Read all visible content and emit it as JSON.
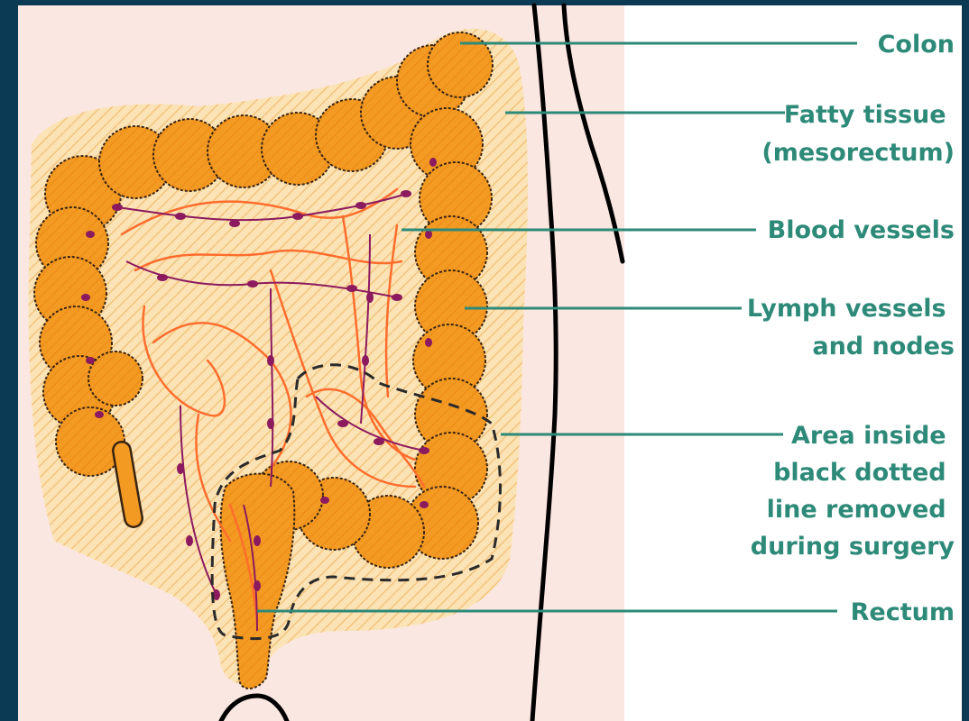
{
  "labels": {
    "colon": [
      "Colon"
    ],
    "fatty_tissue": [
      "Fatty tissue",
      "(mesorectum)"
    ],
    "blood_vessels": [
      "Blood vessels"
    ],
    "lymph": [
      "Lymph vessels",
      "and nodes"
    ],
    "area": [
      "Area inside",
      "black dotted",
      "line removed",
      "during surgery"
    ],
    "rectum": [
      "Rectum"
    ]
  },
  "colors": {
    "frame": "#0b3a55",
    "paper": "#ffffff",
    "body_tint": "#fbe7e2",
    "fat": "#fbd9a0",
    "colon": "#f39a23",
    "colon_outline": "#3a2410",
    "vessel_red": "#ff6d2d",
    "lymph": "#8c1a5e",
    "label": "#2e8a78"
  }
}
